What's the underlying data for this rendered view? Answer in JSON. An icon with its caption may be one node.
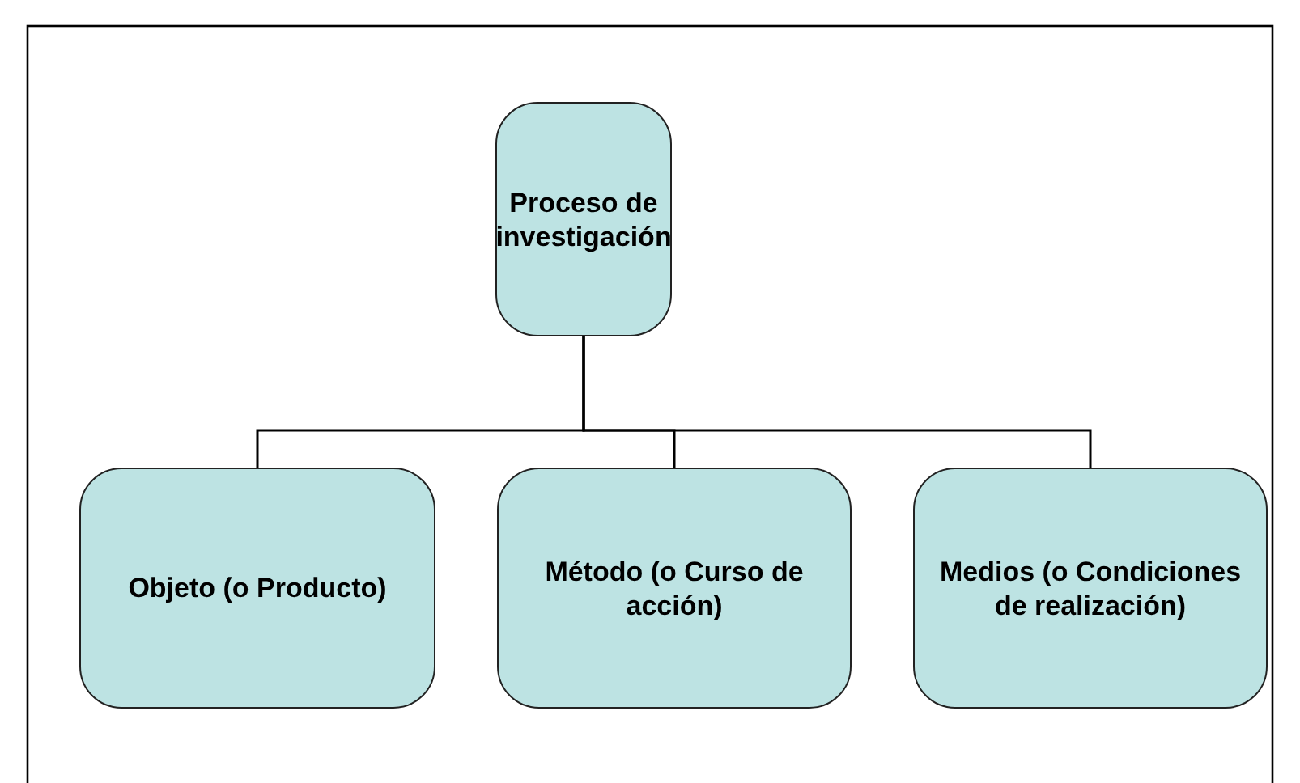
{
  "diagram": {
    "nodes": [
      {
        "text": [
          "Proceso de investigación"
        ]
      },
      {
        "text": [
          "Objeto (o Producto)"
        ]
      },
      {
        "text": [
          "Método (o Curso de acción)"
        ]
      },
      {
        "text": [
          "Medios (o Condiciones de realización)"
        ]
      }
    ],
    "edges": [
      {
        "from": 0,
        "to": 1,
        "arrow": "none"
      },
      {
        "from": 0,
        "to": 2,
        "arrow": "none"
      },
      {
        "from": 0,
        "to": 3,
        "arrow": "none"
      }
    ]
  }
}
